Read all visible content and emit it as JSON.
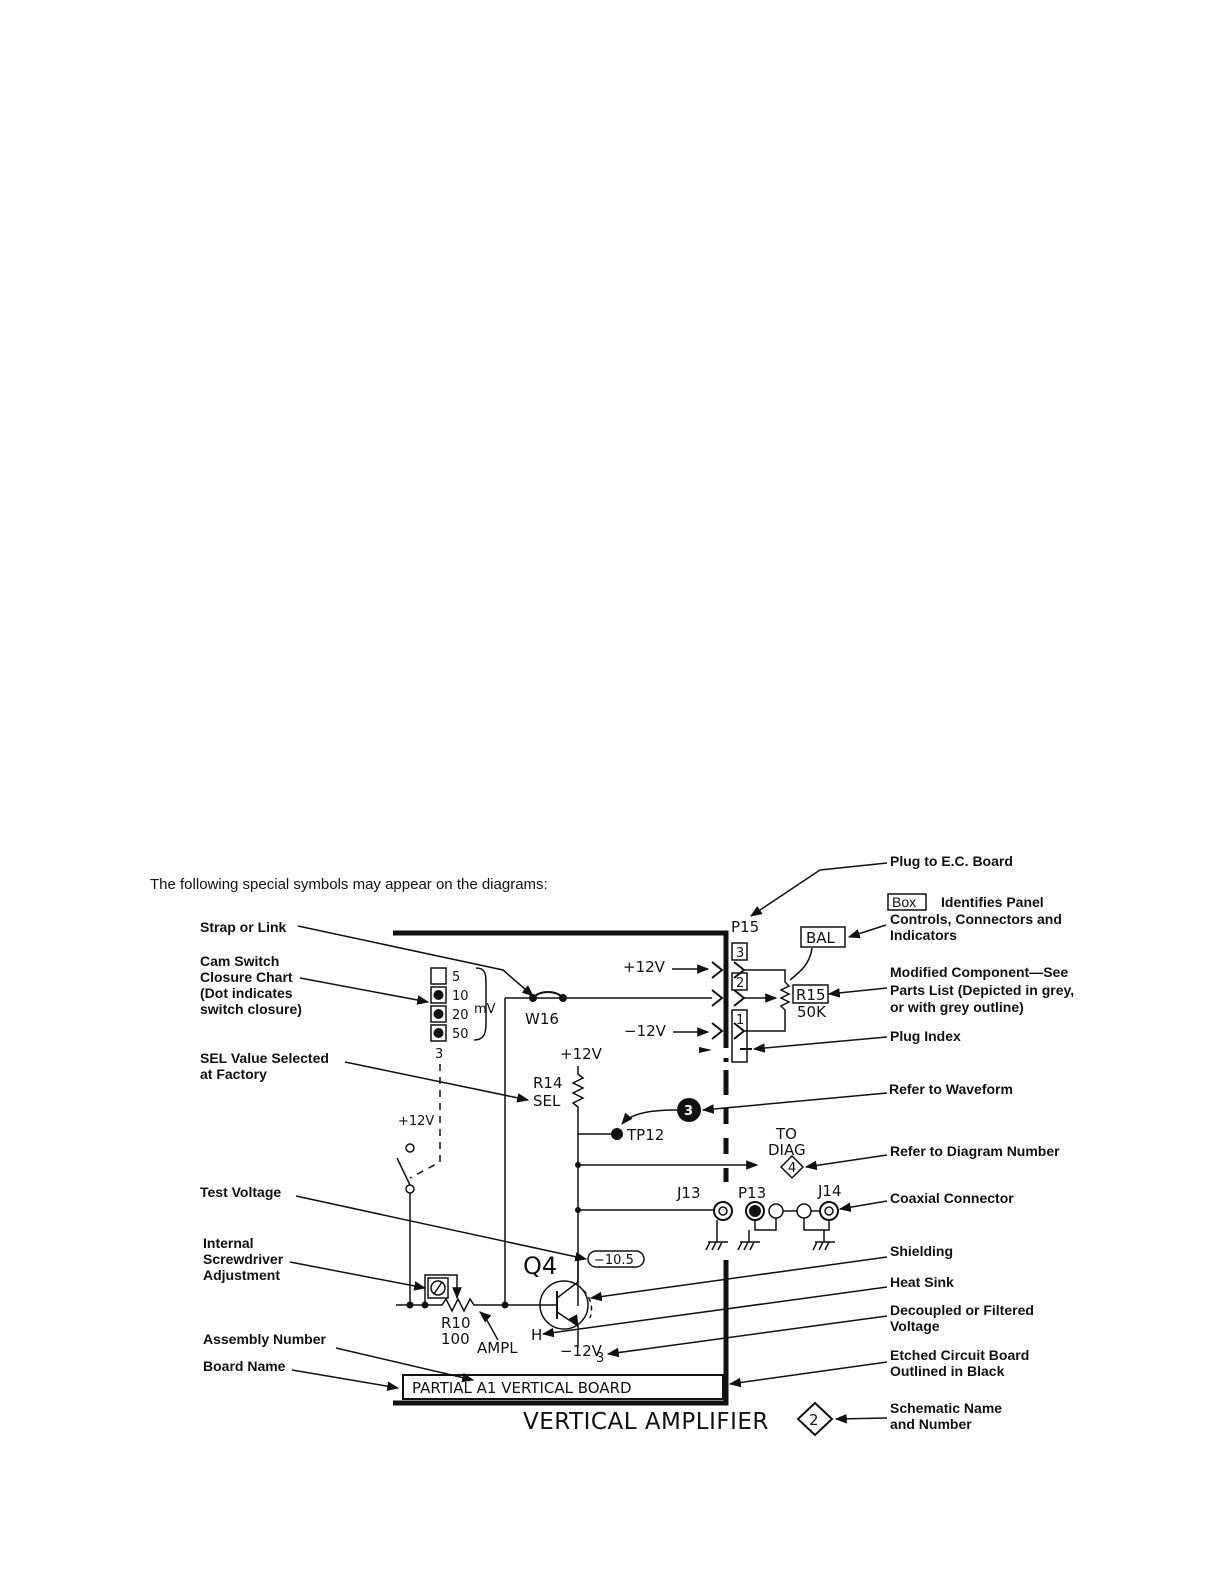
{
  "intro": "The following special symbols may appear on the diagrams:",
  "left_labels": {
    "strap": "Strap or Link",
    "cam": [
      "Cam Switch",
      "Closure Chart",
      "(Dot indicates",
      "switch closure)"
    ],
    "sel": [
      "SEL Value Selected",
      "at Factory"
    ],
    "test_voltage": "Test Voltage",
    "screwdriver": [
      "Internal",
      "Screwdriver",
      "Adjustment"
    ],
    "assembly": "Assembly Number",
    "board_name": "Board Name"
  },
  "right_labels": {
    "plug": "Plug to E.C. Board",
    "box_word": "Box",
    "box_text": [
      "Identifies Panel",
      "Controls, Connectors and",
      "Indicators"
    ],
    "modified": [
      "Modified Component—See",
      "Parts List (Depicted in grey,",
      "or with grey outline)"
    ],
    "plug_index": "Plug Index",
    "waveform": "Refer to Waveform",
    "diagram_number": "Refer to Diagram Number",
    "coaxial": "Coaxial Connector",
    "shielding": "Shielding",
    "heat_sink": "Heat Sink",
    "decoupled": [
      "Decoupled or Filtered",
      "Voltage"
    ],
    "etched": [
      "Etched Circuit Board",
      "Outlined in Black"
    ],
    "schematic": [
      "Schematic Name",
      "and Number"
    ]
  },
  "schematic": {
    "p15": "P15",
    "pins": [
      "3",
      "2",
      "1"
    ],
    "plus12_a": "+12V",
    "minus12_a": "−12V",
    "bal": "BAL",
    "r15": "R15",
    "r15_value": "50K",
    "cam_values": [
      "5",
      "10",
      "20",
      "50"
    ],
    "cam_unit": "mV",
    "cam_number": "3",
    "w16": "W16",
    "plus12_b": "+12V",
    "r14": "R14",
    "r14_value": "SEL",
    "plus12_c": "+12V",
    "waveform_number": "3",
    "tp12": "TP12",
    "to": "TO",
    "diag": "DIAG",
    "diag_number": "4",
    "j13": "J13",
    "p13": "P13",
    "j14": "J14",
    "test_value": "−10.5",
    "q4": "Q4",
    "r10": "R10",
    "r10_value": "100",
    "ampl": "AMPL",
    "h": "H",
    "minus12_v3": "−12V",
    "v3_sub": "3",
    "board_title": "PARTIAL A1 VERTICAL BOARD",
    "schematic_title": "VERTICAL AMPLIFIER",
    "schematic_number": "2"
  }
}
